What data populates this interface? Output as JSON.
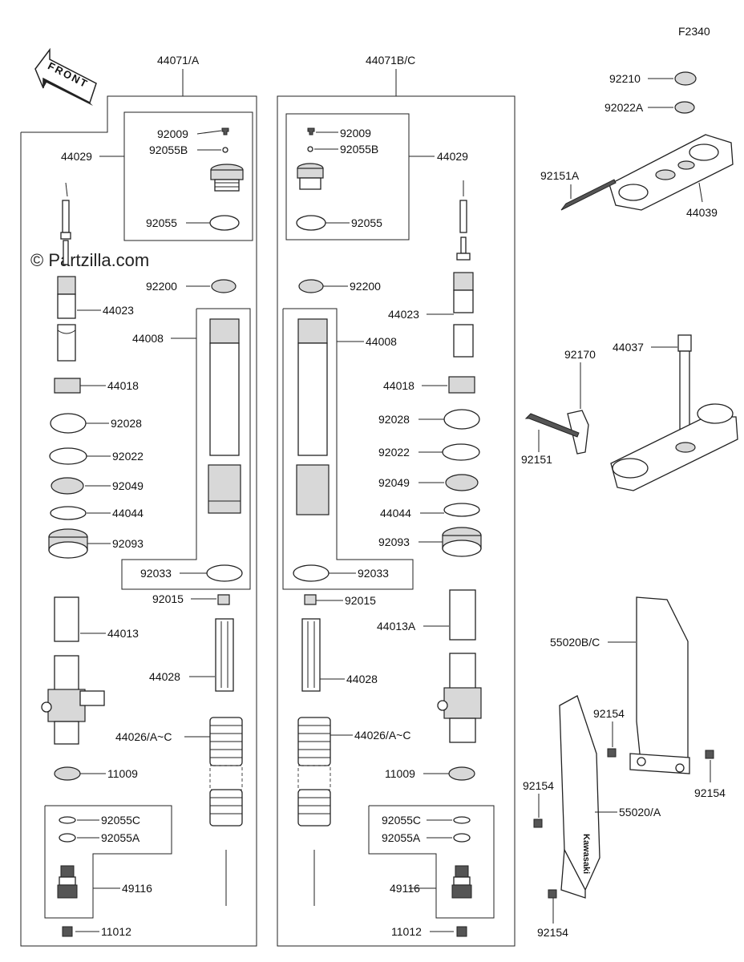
{
  "figure_code": "F2340",
  "watermark": "© Partzilla.com",
  "front_label": "FRONT",
  "assembly_left": "44071/A",
  "assembly_right": "44071B/C",
  "left_labels": {
    "l92009": "92009",
    "l92055b": "92055B",
    "l44029": "44029",
    "l92055": "92055",
    "l92200": "92200",
    "l44023": "44023",
    "l44008": "44008",
    "l44018": "44018",
    "l92028": "92028",
    "l92022": "92022",
    "l92049": "92049",
    "l44044": "44044",
    "l92093": "92093",
    "l92033": "92033",
    "l92015": "92015",
    "l44013": "44013",
    "l44028": "44028",
    "l44026": "44026/A~C",
    "l11009": "11009",
    "l92055c": "92055C",
    "l92055a": "92055A",
    "l49116": "49116",
    "l11012": "11012"
  },
  "right_labels": {
    "r92009": "92009",
    "r92055b": "92055B",
    "r44029": "44029",
    "r92055": "92055",
    "r92200": "92200",
    "r44023": "44023",
    "r44008": "44008",
    "r44018": "44018",
    "r92028": "92028",
    "r92022": "92022",
    "r92049": "92049",
    "r44044": "44044",
    "r92093": "92093",
    "r92033": "92033",
    "r92015": "92015",
    "r44013a": "44013A",
    "r44028": "44028",
    "r44026": "44026/A~C",
    "r11009": "11009",
    "r92055c": "92055C",
    "r92055a": "92055A",
    "r49116": "49116",
    "r11012": "11012"
  },
  "side_labels": {
    "s92210": "92210",
    "s92022a": "92022A",
    "s92151a": "92151A",
    "s44039": "44039",
    "s44037": "44037",
    "s92170": "92170",
    "s92151": "92151",
    "s55020bc": "55020B/C",
    "s92154a": "92154",
    "s92154b": "92154",
    "s92154c": "92154",
    "s92154d": "92154",
    "s55020a": "55020/A"
  },
  "guard_text": "Kawasaki"
}
